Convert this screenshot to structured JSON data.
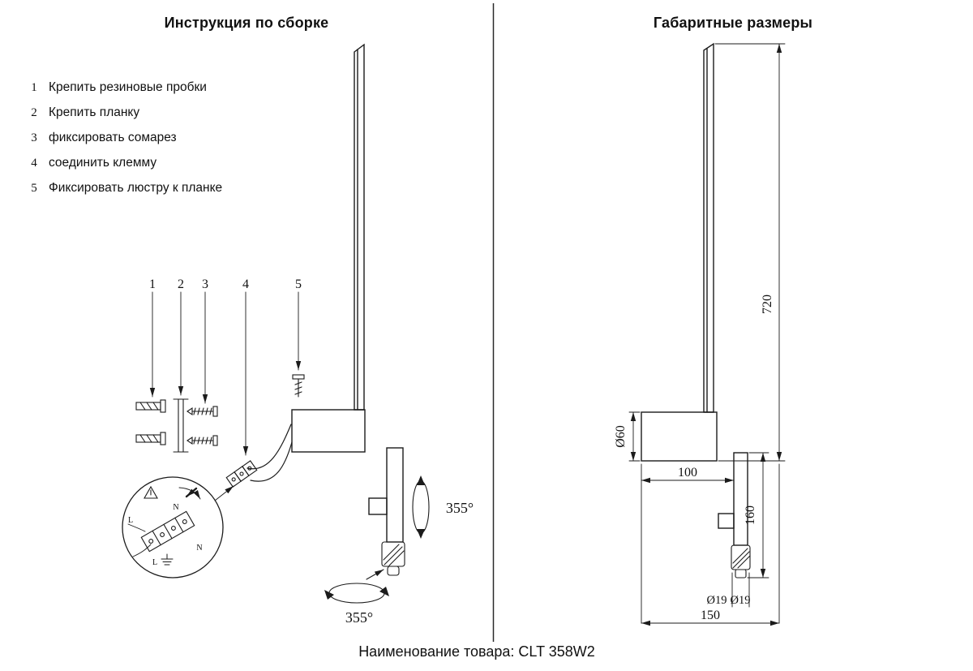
{
  "titles": {
    "left": "Инструкция по сборке",
    "right": "Габаритные размеры"
  },
  "footer": "Наименование товара: CLT 358W2",
  "steps": [
    {
      "num": "1",
      "text": "Крепить резиновые пробки"
    },
    {
      "num": "2",
      "text": "Крепить планку"
    },
    {
      "num": "3",
      "text": "фиксировать сомарез"
    },
    {
      "num": "4",
      "text": "соединить клемму"
    },
    {
      "num": "5",
      "text": "Фиксировать люстру к планке"
    }
  ],
  "assembly": {
    "callouts": [
      "1",
      "2",
      "3",
      "4",
      "5"
    ],
    "rotation_side": "355°",
    "rotation_bottom": "355°",
    "wire_labels": [
      "N",
      "L",
      "L",
      "N"
    ]
  },
  "dimensions": {
    "height": "720",
    "base_diameter": "Ø60",
    "depth": "100",
    "lower_height": "160",
    "knob_diameter_1": "Ø19",
    "knob_diameter_2": "Ø19",
    "width": "150"
  }
}
